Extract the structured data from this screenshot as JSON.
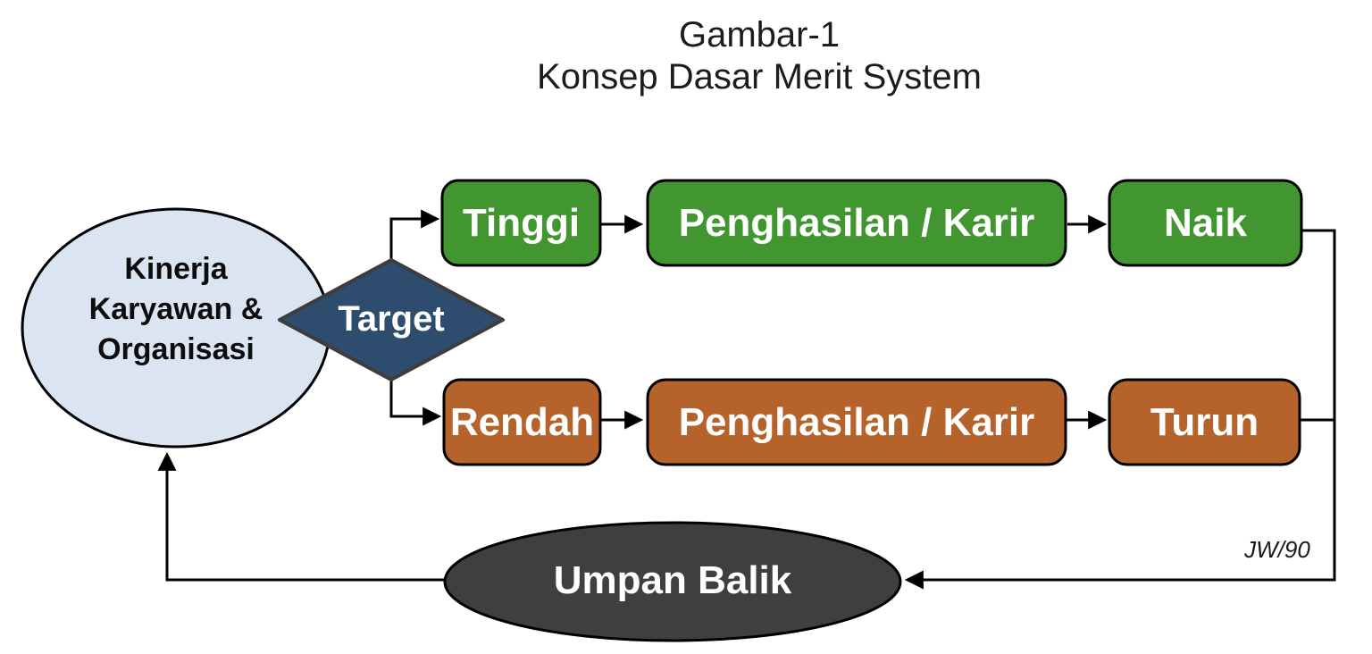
{
  "title": {
    "line1": "Gambar-1",
    "line2": "Konsep Dasar Merit System"
  },
  "nodes": {
    "performance": {
      "lines": [
        "Kinerja",
        "Karyawan &",
        "Organisasi"
      ],
      "fill": "#dbe5f1"
    },
    "target": {
      "label": "Target",
      "fill": "#2e4d6e"
    },
    "tinggi": {
      "label": "Tinggi",
      "fill": "#41962f"
    },
    "penghasilan_tinggi": {
      "label": "Penghasilan / Karir",
      "fill": "#41962f"
    },
    "naik": {
      "label": "Naik",
      "fill": "#41962f"
    },
    "rendah": {
      "label": "Rendah",
      "fill": "#b5622b"
    },
    "penghasilan_rendah": {
      "label": "Penghasilan / Karir",
      "fill": "#b5622b"
    },
    "turun": {
      "label": "Turun",
      "fill": "#b5622b"
    },
    "umpan_balik": {
      "label": "Umpan Balik",
      "fill": "#3f3f3f"
    }
  },
  "annotation": {
    "signature": "JW/90"
  },
  "colors": {
    "arrow": "#000000",
    "shape_outline": "#000000",
    "diamond_outline": "#3d3d3d",
    "label_light": "#ffffff",
    "label_dark": "#0d0d0d"
  }
}
